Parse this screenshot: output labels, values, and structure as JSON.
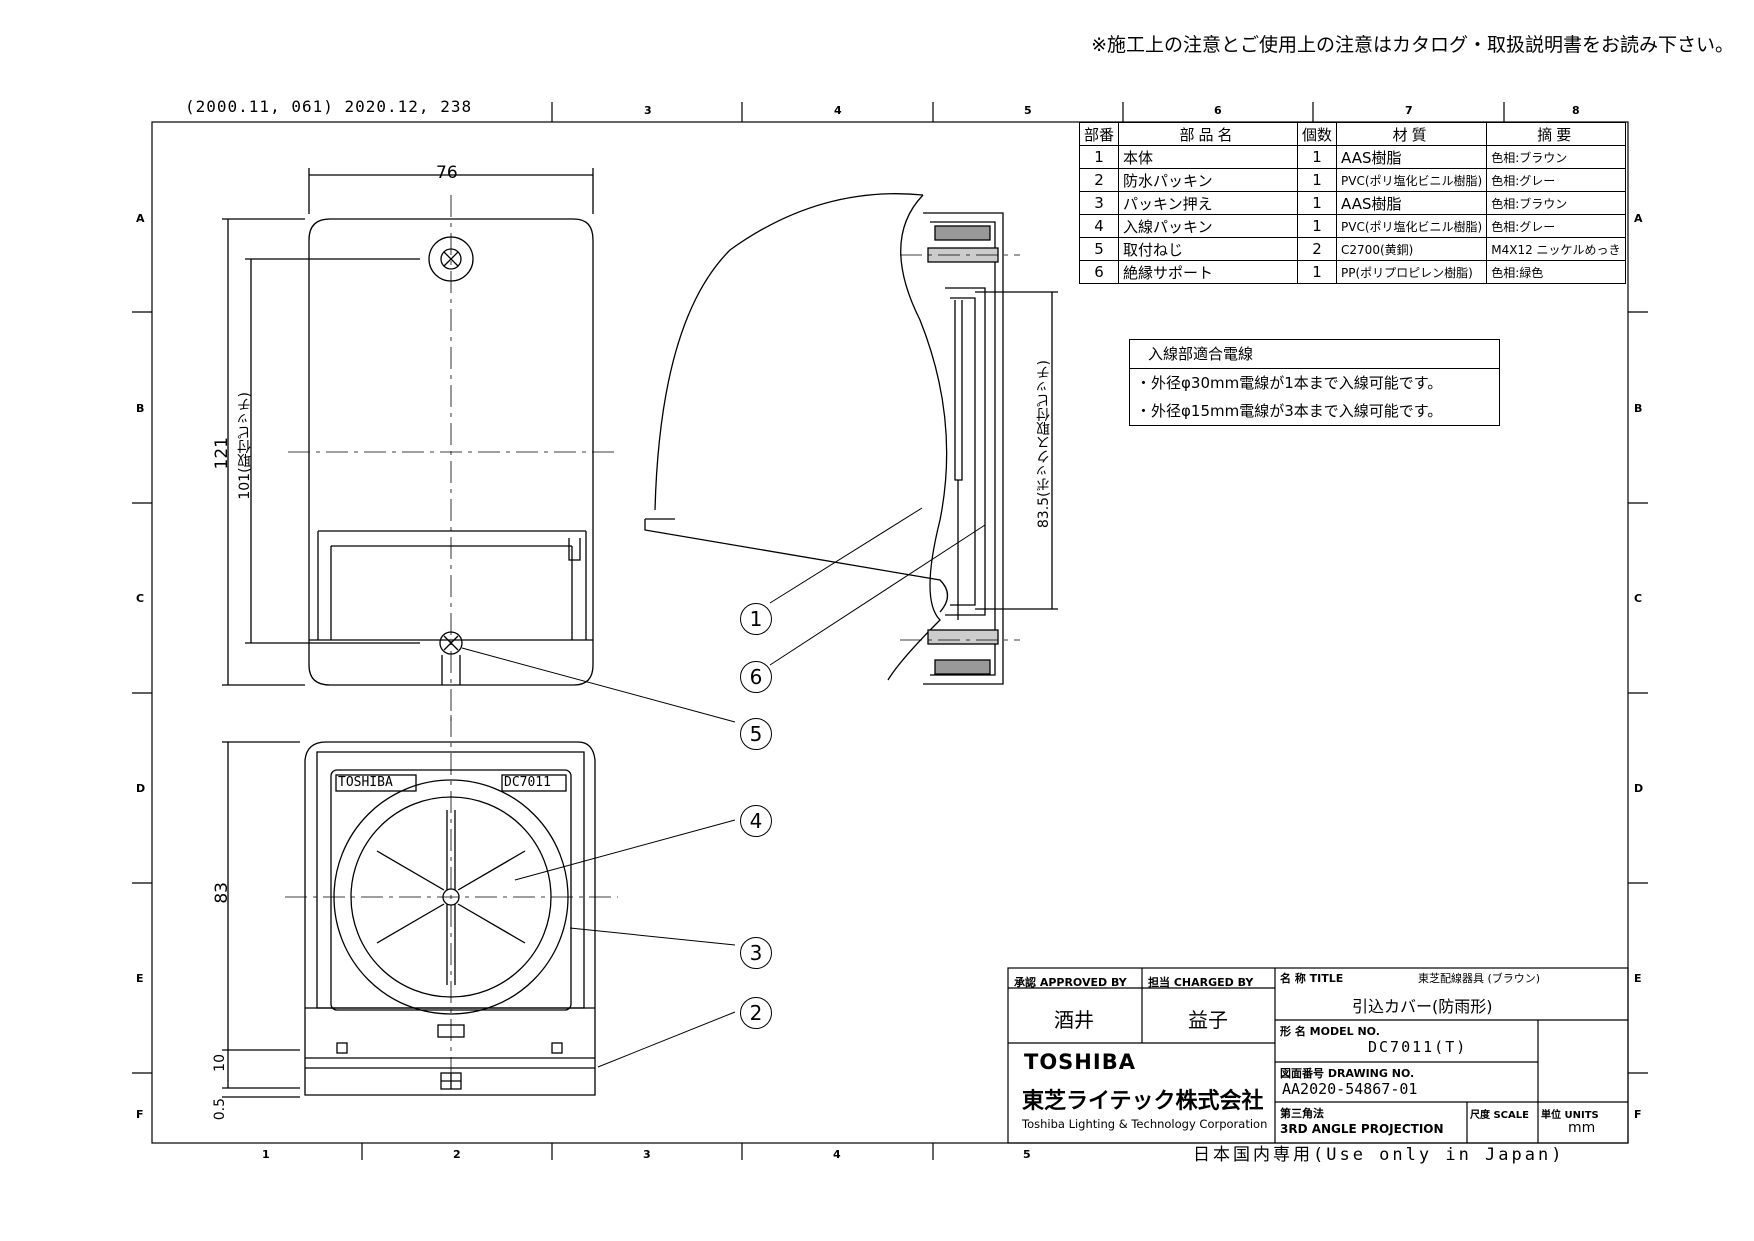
{
  "top_note": "※施工上の注意とご使用上の注意はカタログ・取扱説明書をお読み下さい。",
  "revision": "(2000.11, 061) 2020.12, 238",
  "footer": "日本国内専用(Use only in Japan)",
  "grid": {
    "columns_top": [
      "3",
      "4",
      "5",
      "6",
      "7",
      "8"
    ],
    "columns_bottom": [
      "1",
      "2",
      "3",
      "4",
      "5"
    ],
    "rows": [
      "A",
      "B",
      "C",
      "D",
      "E",
      "F"
    ]
  },
  "parts_table": {
    "headers": [
      "部番",
      "部品名",
      "個数",
      "材質",
      "摘要"
    ],
    "rows": [
      {
        "no": "1",
        "name": "本体",
        "qty": "1",
        "material": "AAS樹脂",
        "note": "色相:ブラウン"
      },
      {
        "no": "2",
        "name": "防水パッキン",
        "qty": "1",
        "material": "PVC(ポリ塩化ビニル樹脂)",
        "note": "色相:グレー"
      },
      {
        "no": "3",
        "name": "パッキン押え",
        "qty": "1",
        "material": "AAS樹脂",
        "note": "色相:ブラウン"
      },
      {
        "no": "4",
        "name": "入線パッキン",
        "qty": "1",
        "material": "PVC(ポリ塩化ビニル樹脂)",
        "note": "色相:グレー"
      },
      {
        "no": "5",
        "name": "取付ねじ",
        "qty": "2",
        "material": "C2700(黄銅)",
        "note": "M4X12 ニッケルめっき"
      },
      {
        "no": "6",
        "name": "絶縁サポート",
        "qty": "1",
        "material": "PP(ポリプロピレン樹脂)",
        "note": "色相:緑色"
      }
    ]
  },
  "wire_spec": {
    "title": "入線部適合電線",
    "lines": [
      "・外径φ30mm電線が1本まで入線可能です。",
      "・外径φ15mm電線が3本まで入線可能です。"
    ]
  },
  "dimensions": {
    "width": "76",
    "height": "121",
    "pitch": "101(取付ピッチ)",
    "box_pitch": "83.5(ボックス取付ピッチ)",
    "bottom_height": "83",
    "dim_10": "10",
    "dim_05": "0.5"
  },
  "labels": {
    "brand_on_part": "TOSHIBA",
    "model_on_part": "DC7011"
  },
  "callouts": [
    "1",
    "6",
    "5",
    "4",
    "3",
    "2"
  ],
  "title_block": {
    "approved_label": "承認 APPROVED BY",
    "approved_name": "酒井",
    "charged_label": "担当 CHARGED BY",
    "charged_name": "益子",
    "title_label": "名 称 TITLE",
    "series": "東芝配線器具 (ブラウン)",
    "product": "引込カバー(防雨形)",
    "model_label": "形 名 MODEL NO.",
    "model": "DC7011(T)",
    "drawing_label": "図面番号 DRAWING NO.",
    "drawing_no": "AA2020-54867-01",
    "projection_label": "第三角法",
    "projection": "3RD ANGLE PROJECTION",
    "scale_label": "尺度 SCALE",
    "units_label": "単位 UNITS",
    "units": "mm",
    "company_logo": "TOSHIBA",
    "company_jp": "東芝ライテック株式会社",
    "company_en": "Toshiba Lighting & Technology Corporation"
  }
}
